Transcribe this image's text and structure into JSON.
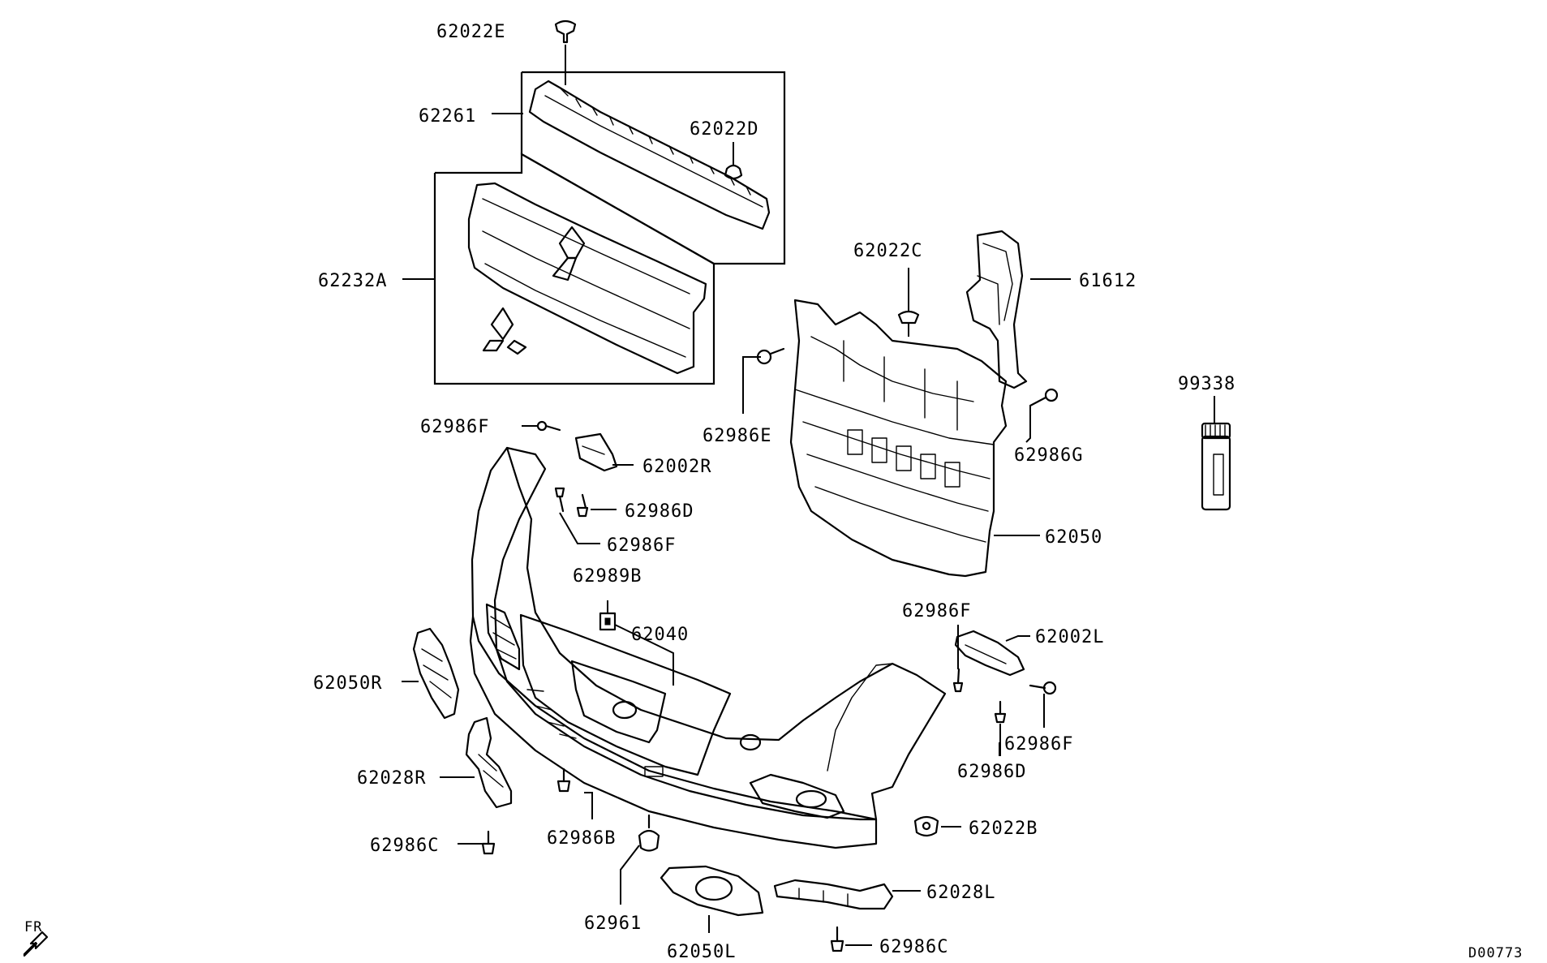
{
  "diagram": {
    "code": "D00773",
    "direction_label": "FR"
  },
  "parts": {
    "p62022E": "62022E",
    "p62261": "62261",
    "p62022D": "62022D",
    "p62232A": "62232A",
    "p62022C": "62022C",
    "p61612": "61612",
    "p99338": "99338",
    "p62986E": "62986E",
    "p62986G": "62986G",
    "p62986F_top": "62986F",
    "p62002R": "62002R",
    "p62986D_left": "62986D",
    "p62986F_left": "62986F",
    "p62050": "62050",
    "p62989B": "62989B",
    "p62040": "62040",
    "p62986F_right_top": "62986F",
    "p62002L": "62002L",
    "p62050R": "62050R",
    "p62986F_right": "62986F",
    "p62986D_right": "62986D",
    "p62028R": "62028R",
    "p62022B": "62022B",
    "p62986B": "62986B",
    "p62986C_left": "62986C",
    "p62961": "62961",
    "p62028L": "62028L",
    "p62050L": "62050L",
    "p62986C_bottom": "62986C"
  }
}
